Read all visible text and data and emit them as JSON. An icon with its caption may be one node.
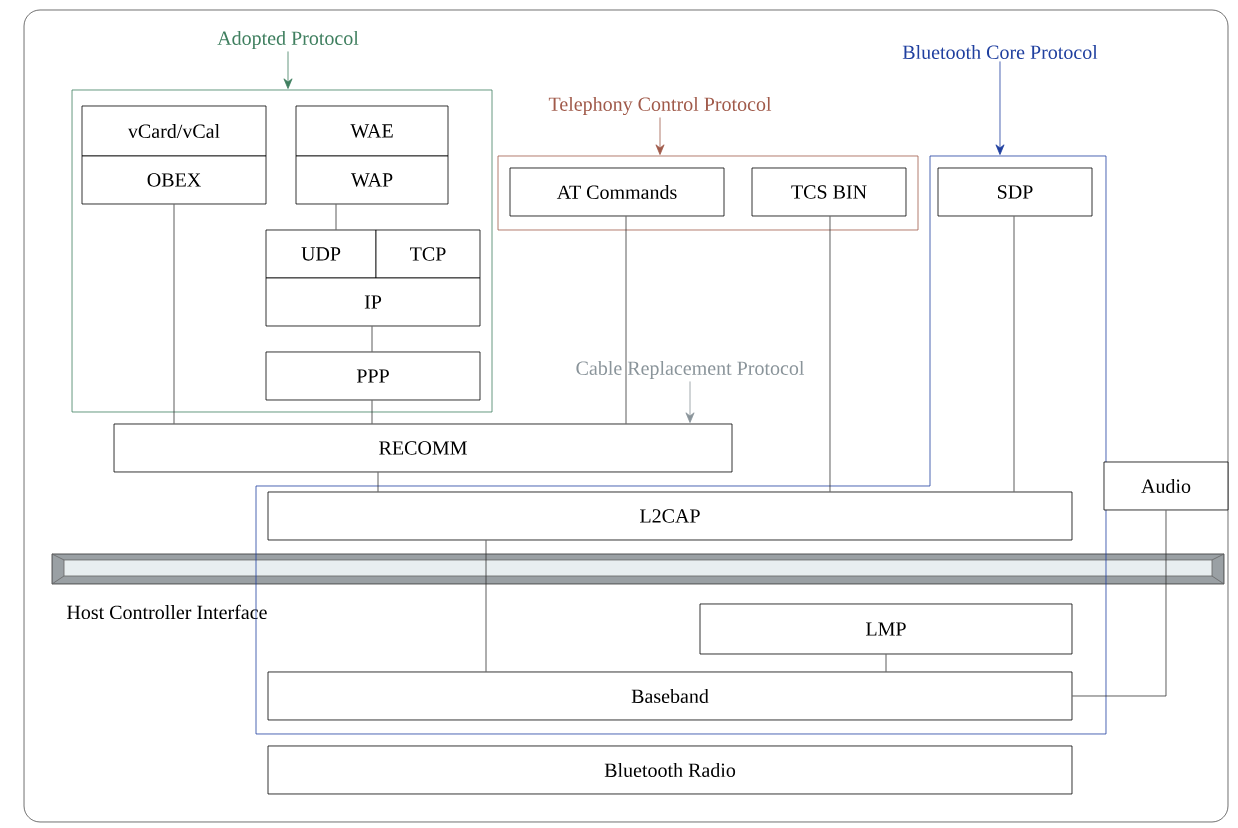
{
  "diagram": {
    "nodes": [
      {
        "text": [
          "Adopted Protocol"
        ]
      },
      {
        "text": [],
        "shape": "box"
      },
      {
        "text": [
          "vCard/vCal"
        ],
        "in": 1
      },
      {
        "text": [
          "OBEX"
        ],
        "in": 1
      },
      {
        "text": [
          "WAE"
        ],
        "in": 1
      },
      {
        "text": [
          "WAP"
        ],
        "in": 1
      },
      {
        "text": [
          "UDP"
        ],
        "in": 1
      },
      {
        "text": [
          "TCP"
        ],
        "in": 1
      },
      {
        "text": [
          "IP"
        ],
        "in": 1
      },
      {
        "text": [
          "PPP"
        ],
        "in": 1
      },
      {
        "text": [
          "Telephony Control Protocol"
        ]
      },
      {
        "text": [],
        "shape": "box"
      },
      {
        "text": [
          "AT Commands"
        ],
        "in": 11
      },
      {
        "text": [
          "TCS BIN"
        ],
        "in": 11
      },
      {
        "text": [
          "Bluetooth Core Protocol"
        ]
      },
      {
        "text": [],
        "shape": "box"
      },
      {
        "text": [
          "SDP"
        ],
        "in": 15
      },
      {
        "text": [
          "Cable Replacement Protocol"
        ]
      },
      {
        "text": [
          "RECOMM"
        ]
      },
      {
        "text": [
          "L2CAP"
        ],
        "in": 15
      },
      {
        "text": [
          "Audio"
        ]
      },
      {
        "text": [
          "LMP"
        ],
        "in": 15
      },
      {
        "text": [
          "Baseband"
        ],
        "in": 15
      },
      {
        "text": [
          "Bluetooth Radio"
        ]
      }
    ],
    "edges": [
      {
        "from": 0,
        "to": 1,
        "arrow": "to",
        "color": "#3f7f5f"
      },
      {
        "from": 10,
        "to": 11,
        "arrow": "to",
        "color": "#a05a4a"
      },
      {
        "from": 14,
        "to": 15,
        "arrow": "to",
        "color": "#1f3f9f"
      },
      {
        "from": 17,
        "to": 18,
        "arrow": "to",
        "color": "#8a949a"
      },
      {
        "from": 5,
        "to": 6,
        "arrow": "none"
      },
      {
        "from": 8,
        "to": 9,
        "arrow": "none"
      },
      {
        "from": 9,
        "to": 18,
        "arrow": "none"
      },
      {
        "from": 3,
        "to": 18,
        "arrow": "none"
      },
      {
        "from": 12,
        "to": 18,
        "arrow": "none"
      },
      {
        "from": 13,
        "to": 19,
        "arrow": "none"
      },
      {
        "from": 16,
        "to": 19,
        "arrow": "none"
      },
      {
        "from": 18,
        "to": 19,
        "arrow": "none"
      },
      {
        "from": 19,
        "to": 22,
        "arrow": "none"
      },
      {
        "from": 21,
        "to": 22,
        "arrow": "none"
      },
      {
        "from": 20,
        "to": 22,
        "arrow": "none"
      }
    ],
    "labels": [
      "Host Controller Interface"
    ]
  }
}
